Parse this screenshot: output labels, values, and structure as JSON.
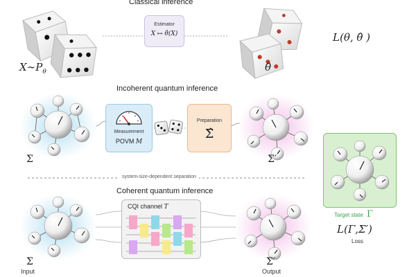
{
  "rows": {
    "classical": {
      "title": "Classical inference",
      "input_label": "X∼P",
      "input_sub": "θ",
      "estimator_title": "Estimator",
      "estimator_map": "X ↦ θ̂(X)",
      "output_label": "θ̂",
      "loss": "L(θ, θ̂ )"
    },
    "incoherent": {
      "title": "Incoherent quantum inference",
      "input_label": "Σ",
      "measurement_title": "Measurement",
      "povm_label": "POVM",
      "povm_symbol": "M",
      "preparation_title": "Preparation",
      "preparation_symbol": "Σ̂",
      "output_label": "Σ′"
    },
    "separator": {
      "text": "system-size-dependent separation"
    },
    "coherent": {
      "title": "Coherent quantum inference",
      "channel_label": "CQI channel",
      "channel_symbol": "T",
      "input_label": "Σ",
      "input_caption": "Input",
      "output_label": "Σ′",
      "output_caption": "Output"
    }
  },
  "target": {
    "caption": "Target state",
    "symbol": "Γ",
    "loss": "L(Γ,Σ′)",
    "loss_caption": "Loss"
  },
  "colors": {
    "blue_glow": "#a9dbf0",
    "pink_glow": "#f2b8e6",
    "green_panel": "#d8f0d0",
    "green_border": "#7cc46e",
    "estimator_fill": "#efecf8",
    "measurement_fill": "#d9ecf8",
    "preparation_fill": "#fbe6d2",
    "target_text": "#3aa24a"
  },
  "icons": [
    "die-icon",
    "gauge-icon",
    "network-icon",
    "circuit-icon"
  ]
}
